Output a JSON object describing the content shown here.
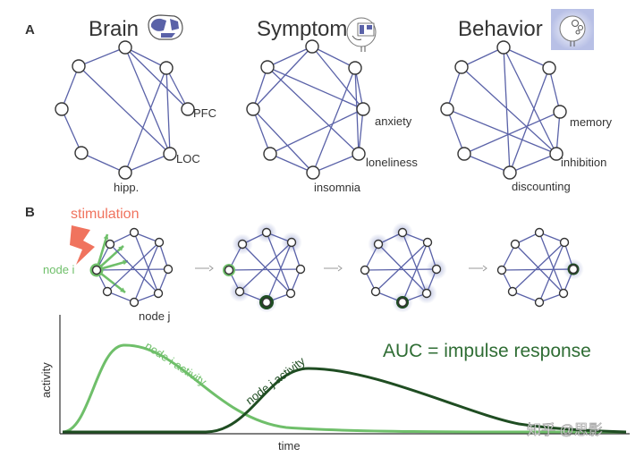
{
  "panel_a": {
    "letter": "A",
    "networks": [
      {
        "title": "Brain",
        "labels": [
          "PFC",
          "LOC",
          "hipp."
        ]
      },
      {
        "title": "Symptom",
        "labels": [
          "anxiety",
          "loneliness",
          "insomnia"
        ]
      },
      {
        "title": "Behavior",
        "labels": [
          "memory",
          "inhibition",
          "discounting"
        ]
      }
    ]
  },
  "panel_b": {
    "letter": "B",
    "stimulation": "stimulation",
    "node_i": "node i",
    "node_j": "node j",
    "equation": "AUC = impulse response",
    "activity_i": "node i activity",
    "activity_j": "node j activity",
    "y_axis": "activity",
    "x_axis": "time"
  },
  "watermark": "知乎 @思影",
  "colors": {
    "edge": "#5a62a8",
    "glow": "#a9b1d8",
    "light_green": "#6fbf6a",
    "dark_green": "#1f4d22",
    "stim": "#f0735e"
  }
}
